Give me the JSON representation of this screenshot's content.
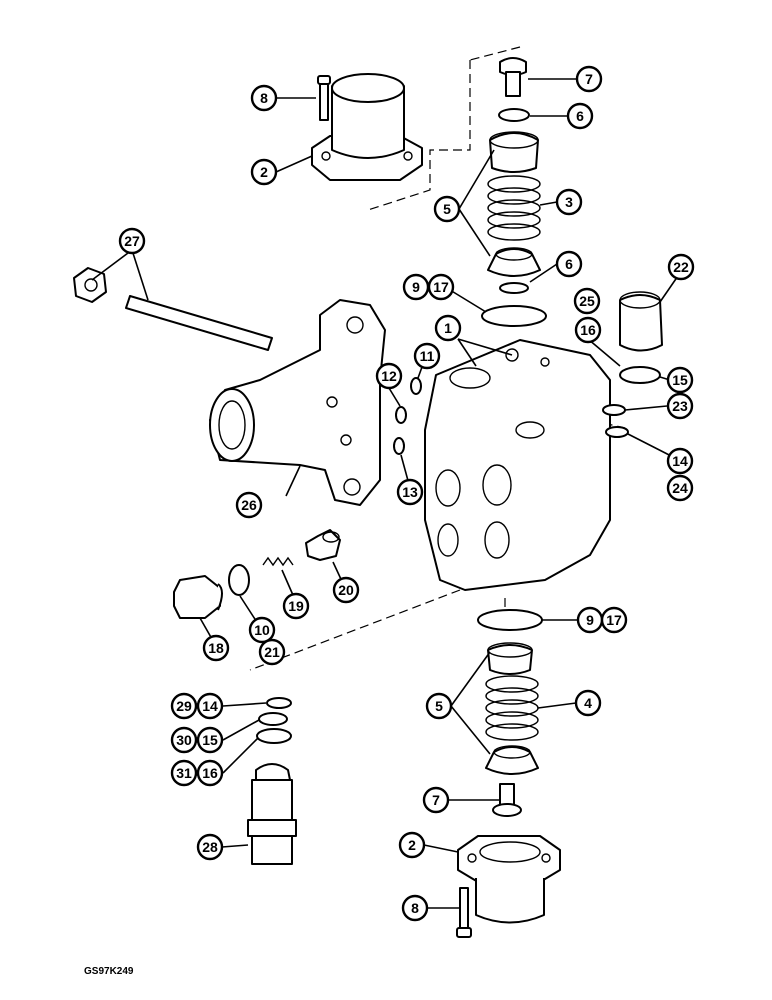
{
  "figure": {
    "drawing_code": "GS97K249",
    "callouts": [
      {
        "id": "c8-top",
        "label": "8"
      },
      {
        "id": "c2-top",
        "label": "2"
      },
      {
        "id": "c7-top",
        "label": "7"
      },
      {
        "id": "c6-top",
        "label": "6"
      },
      {
        "id": "c5-top",
        "label": "5"
      },
      {
        "id": "c3",
        "label": "3"
      },
      {
        "id": "c6-mid",
        "label": "6"
      },
      {
        "id": "c27",
        "label": "27"
      },
      {
        "id": "c9-top",
        "label": "9"
      },
      {
        "id": "c17-top",
        "label": "17"
      },
      {
        "id": "c22",
        "label": "22"
      },
      {
        "id": "c25",
        "label": "25"
      },
      {
        "id": "c16-right",
        "label": "16"
      },
      {
        "id": "c1",
        "label": "1"
      },
      {
        "id": "c11",
        "label": "11"
      },
      {
        "id": "c12",
        "label": "12"
      },
      {
        "id": "c15-right",
        "label": "15"
      },
      {
        "id": "c23",
        "label": "23"
      },
      {
        "id": "c14-right",
        "label": "14"
      },
      {
        "id": "c24",
        "label": "24"
      },
      {
        "id": "c26",
        "label": "26"
      },
      {
        "id": "c13",
        "label": "13"
      },
      {
        "id": "c20",
        "label": "20"
      },
      {
        "id": "c19",
        "label": "19"
      },
      {
        "id": "c18",
        "label": "18"
      },
      {
        "id": "c10",
        "label": "10"
      },
      {
        "id": "c21",
        "label": "21"
      },
      {
        "id": "c9-bot",
        "label": "9"
      },
      {
        "id": "c17-bot",
        "label": "17"
      },
      {
        "id": "c5-bot",
        "label": "5"
      },
      {
        "id": "c4",
        "label": "4"
      },
      {
        "id": "c29",
        "label": "29"
      },
      {
        "id": "c14-left",
        "label": "14"
      },
      {
        "id": "c30",
        "label": "30"
      },
      {
        "id": "c15-left",
        "label": "15"
      },
      {
        "id": "c31",
        "label": "31"
      },
      {
        "id": "c16-left",
        "label": "16"
      },
      {
        "id": "c7-bot",
        "label": "7"
      },
      {
        "id": "c28",
        "label": "28"
      },
      {
        "id": "c2-bot",
        "label": "2"
      },
      {
        "id": "c8-bot",
        "label": "8"
      }
    ]
  }
}
